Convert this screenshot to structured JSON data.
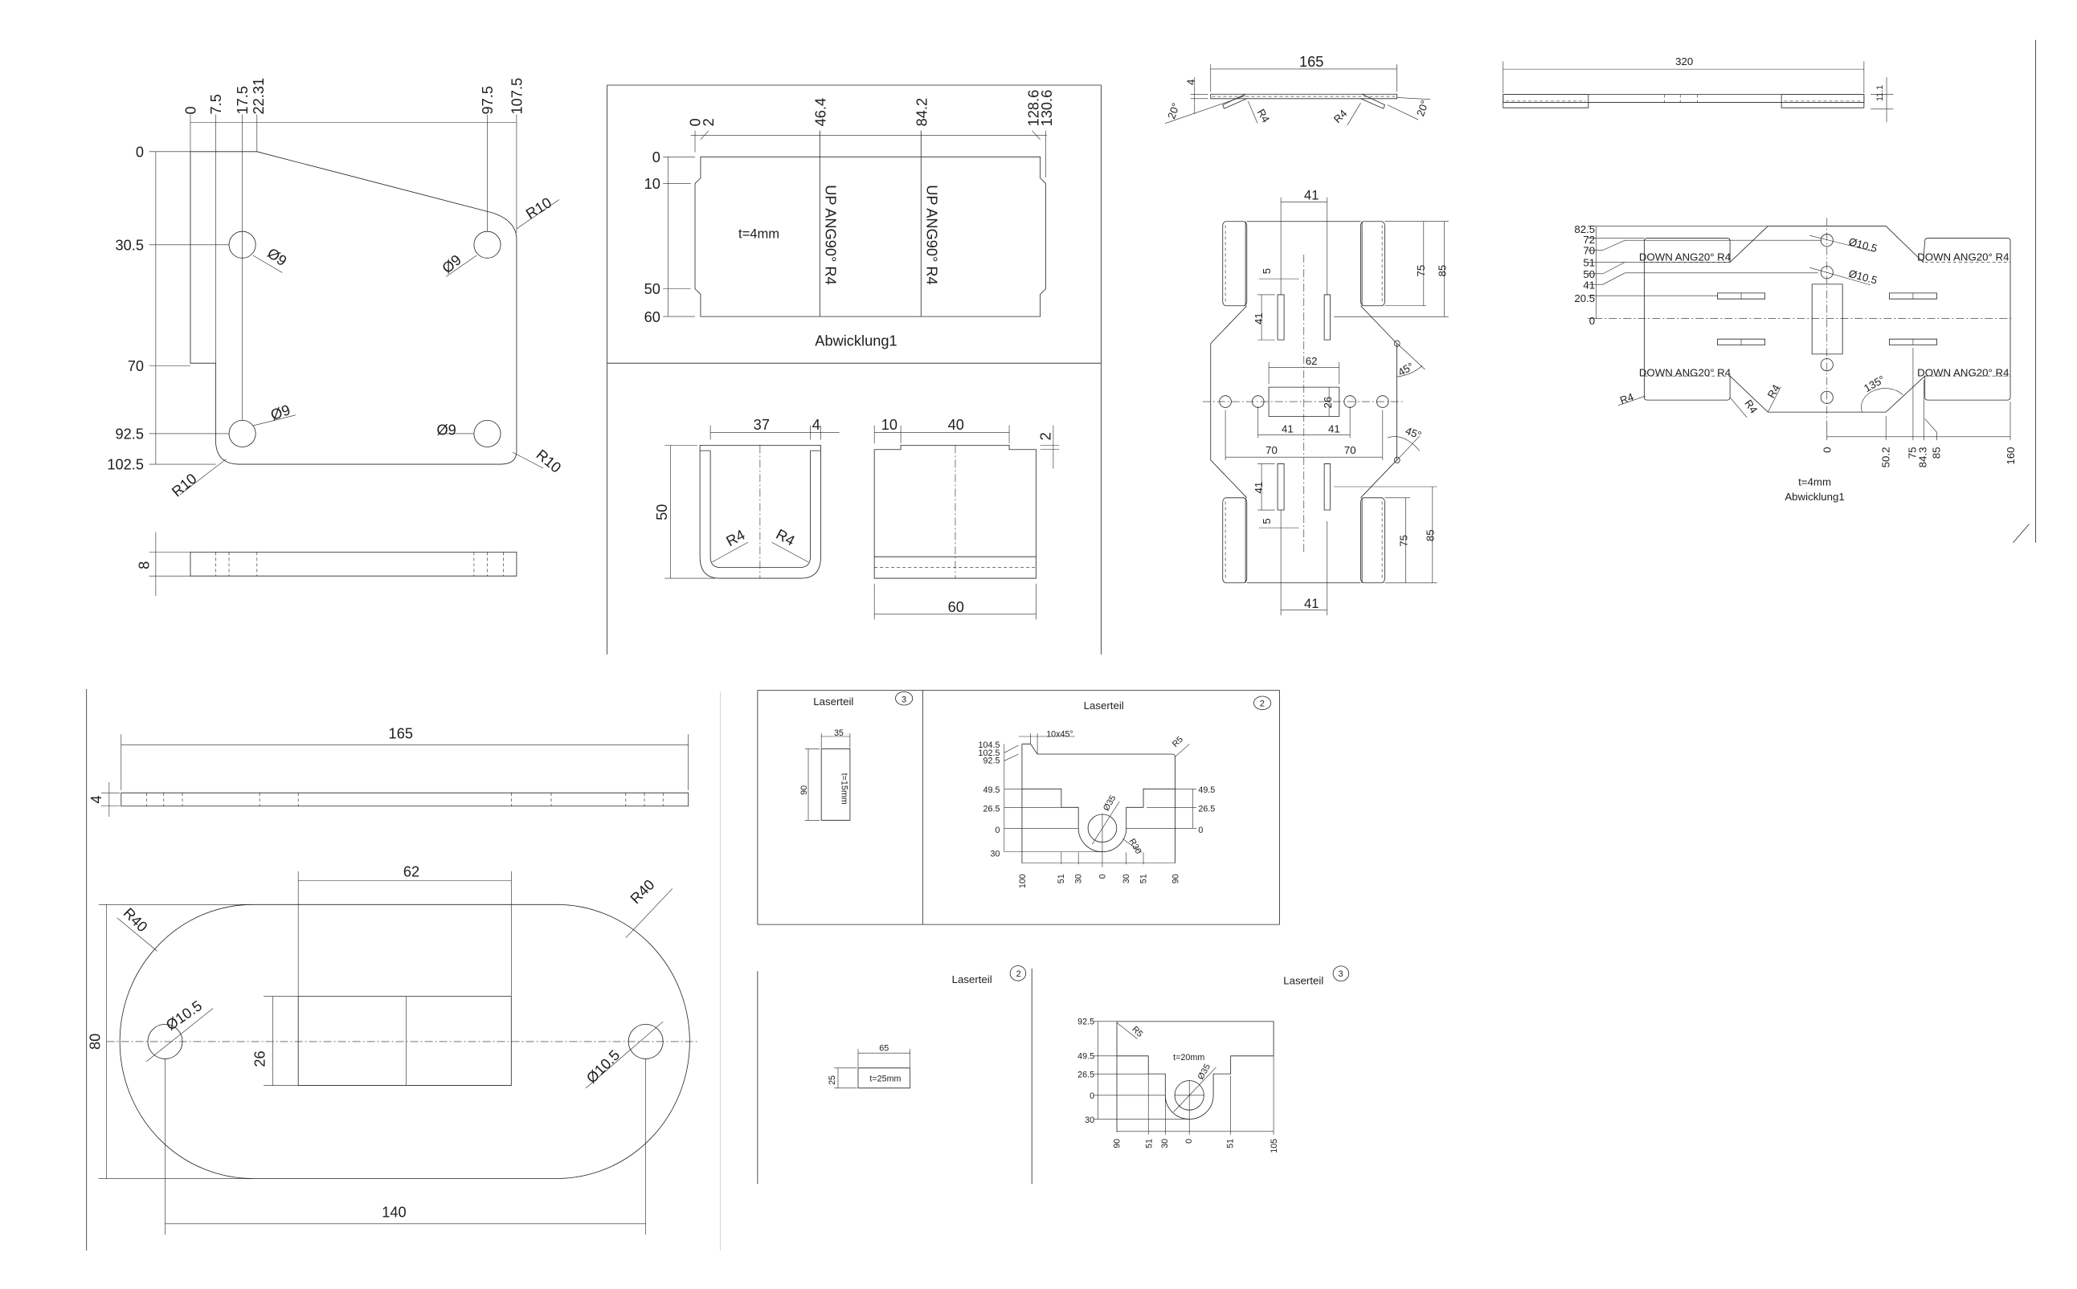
{
  "plate_view": {
    "top_dims": [
      "0",
      "7.5",
      "17.5",
      "22.31",
      "97.5",
      "107.5"
    ],
    "left_dims": [
      "0",
      "30.5",
      "70",
      "92.5",
      "102.5"
    ],
    "radii": [
      "R10",
      "R10",
      "R10"
    ],
    "holes": [
      "Ø9",
      "Ø9",
      "Ø9",
      "Ø9"
    ],
    "thickness": "8"
  },
  "bracket_view": {
    "top_dims": [
      "0",
      "2",
      "46.4",
      "84.2",
      "128.6",
      "130.6"
    ],
    "left_dims": [
      "0",
      "10",
      "50",
      "60"
    ],
    "thickness_note": "t=4mm",
    "bend_notes": [
      "UP ANG90° R4",
      "UP ANG90° R4"
    ],
    "caption": "Abwicklung1",
    "front_dims": [
      "37",
      "4",
      "50",
      "R4",
      "R4"
    ],
    "side_dims": [
      "10",
      "40",
      "2",
      "60"
    ]
  },
  "frame_view": {
    "side_dims": [
      "165",
      "4",
      "20°",
      "R4",
      "R4",
      "20°"
    ],
    "plan_dims": [
      "41",
      "5",
      "41",
      "75",
      "85",
      "62",
      "26",
      "45°",
      "41",
      "41",
      "70",
      "70",
      "45°",
      "41",
      "5",
      "75",
      "85",
      "41"
    ]
  },
  "long_part": {
    "side_dims": [
      "320",
      "11.1"
    ],
    "left_dims": [
      "82.5",
      "72",
      "70",
      "51",
      "50",
      "41",
      "20.5",
      "0"
    ],
    "holes": [
      "Ø10.5",
      "Ø10.5"
    ],
    "bend_notes": [
      "DOWN ANG20° R4",
      "DOWN ANG20° R4",
      "DOWN ANG20° R4",
      "DOWN ANG20° R4"
    ],
    "radii": [
      "R4",
      "R4",
      "R4"
    ],
    "angle": "135°",
    "bottom_dims": [
      "0",
      "50.2",
      "75",
      "84.3",
      "85",
      "160"
    ],
    "thickness_note": "t=4mm",
    "caption": "Abwicklung1"
  },
  "oval_plate": {
    "dims": [
      "165",
      "4",
      "62",
      "R40",
      "R40",
      "80",
      "26",
      "Ø10.5",
      "Ø10.5",
      "140"
    ]
  },
  "laser_a": {
    "title": "Laserteil",
    "number": "3",
    "width": "35",
    "height": "90",
    "thickness": "t=15mm"
  },
  "laser_b": {
    "title": "Laserteil",
    "number": "2",
    "chamfer": "10x45°",
    "left_dims": [
      "104.5",
      "102.5",
      "92.5",
      "49.5",
      "26.5",
      "0",
      "30"
    ],
    "right_dims": [
      "49.5",
      "26.5",
      "0"
    ],
    "radius": "R5",
    "hole": "Ø35",
    "bend_radius": "R30",
    "bottom_dims": [
      "100",
      "51",
      "30",
      "0",
      "30",
      "51",
      "90"
    ]
  },
  "laser_c": {
    "title": "Laserteil",
    "number": "2",
    "width": "65",
    "height": "25",
    "thickness": "t=25mm"
  },
  "laser_d": {
    "title": "Laserteil",
    "number": "3",
    "left_dims": [
      "92.5",
      "49.5",
      "26.5",
      "0",
      "30"
    ],
    "radius": "R5",
    "thickness": "t=20mm",
    "hole": "Ø35",
    "bottom_dims": [
      "90",
      "51",
      "30",
      "0",
      "51",
      "105"
    ]
  }
}
